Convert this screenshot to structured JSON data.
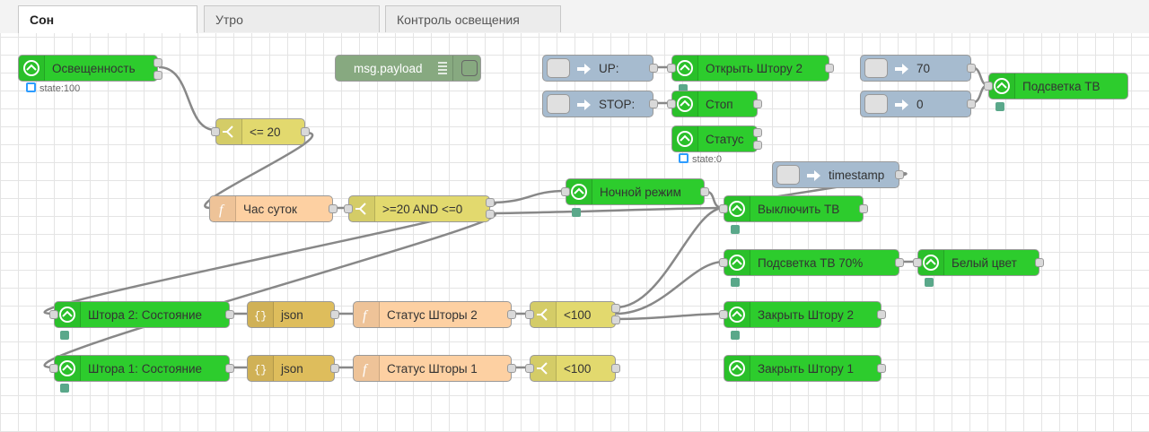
{
  "tabs": [
    "Сон",
    "Утро",
    "Контроль освещения"
  ],
  "active_tab": "Сон",
  "nodes": {
    "osveshennost": "Освещенность",
    "osveshennost_status": "state:100",
    "le20": "<= 20",
    "chas": "Час суток",
    "range": ">=20 AND <=0",
    "debug": "msg.payload",
    "up": "UP:",
    "stop": "STOP:",
    "open2": "Открыть Штору 2",
    "stop_node": "Стоп",
    "status": "Статус",
    "status_state": "state:0",
    "v70": "70",
    "v0": "0",
    "backlight_tv": "Подсветка ТВ",
    "timestamp": "timestamp",
    "night": "Ночной режим",
    "tv_off": "Выключить ТВ",
    "backlight70": "Подсветка ТВ 70%",
    "white": "Белый цвет",
    "close2": "Закрыть Штору 2",
    "close1": "Закрыть Штору 1",
    "shtora2_state": "Штора 2: Состояние",
    "shtora1_state": "Штора 1: Состояние",
    "json": "json",
    "status2": "Статус Шторы 2",
    "status1": "Статус Шторы 1",
    "lt100": "<100"
  },
  "colors": {
    "green": "#2dcc2d",
    "blue": "#a6bbcf",
    "yellow": "#e2d96e",
    "peach": "#fdd0a2",
    "gold": "#debd5c",
    "debug": "#87a980"
  }
}
